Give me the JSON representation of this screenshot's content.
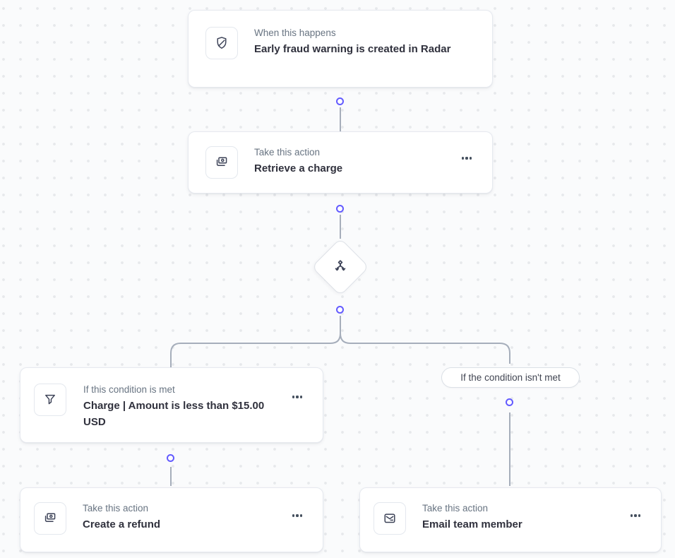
{
  "canvas": {
    "background_color": "#fafbfc",
    "dot_grid_color": "#e7e9ec",
    "connector_color": "#a6aebb",
    "accent_color": "#635bff"
  },
  "icons": {
    "trigger": "shield-slash-icon",
    "charge": "charge-banknote-icon",
    "condition": "filter-funnel-icon",
    "email": "envelope-icon",
    "branch": "branch-split-icon",
    "menu": "ellipsis-icon",
    "anchor": "connector-anchor-dot"
  },
  "nodes": {
    "trigger": {
      "label": "When this happens",
      "title": "Early fraud warning is created in Radar"
    },
    "retrieve_charge": {
      "label": "Take this action",
      "title": "Retrieve a charge"
    },
    "condition_met": {
      "label": "If this condition is met",
      "title": "Charge | Amount is less than $15.00 USD"
    },
    "condition_not_met_pill": {
      "label": "If the condition isn't met"
    },
    "create_refund": {
      "label": "Take this action",
      "title": "Create a refund"
    },
    "email_team_member": {
      "label": "Take this action",
      "title": "Email team member"
    }
  }
}
